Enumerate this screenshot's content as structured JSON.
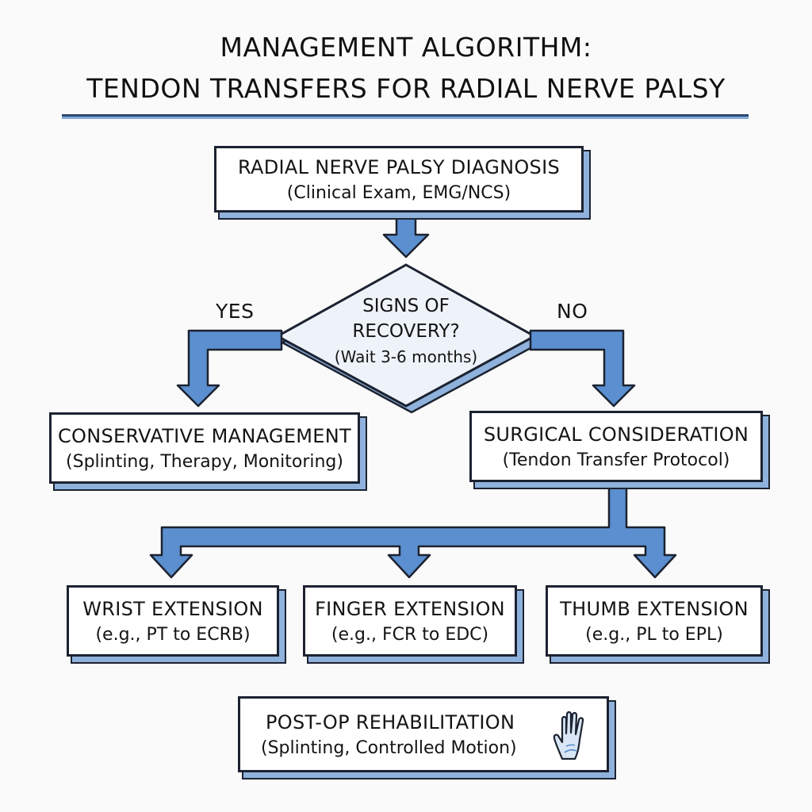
{
  "title": {
    "line1": "MANAGEMENT ALGORITHM:",
    "line2": "TENDON TRANSFERS FOR RADIAL NERVE PALSY"
  },
  "nodes": {
    "diagnosis": {
      "label": "RADIAL NERVE PALSY DIAGNOSIS",
      "detail": "(Clinical Exam, EMG/NCS)"
    },
    "decision": {
      "label1": "SIGNS OF",
      "label2": "RECOVERY?",
      "detail": "(Wait 3-6 months)"
    },
    "conservative": {
      "label": "CONSERVATIVE MANAGEMENT",
      "detail": "(Splinting, Therapy, Monitoring)"
    },
    "surgical": {
      "label": "SURGICAL CONSIDERATION",
      "detail": "(Tendon Transfer Protocol)"
    },
    "wrist": {
      "label": "WRIST EXTENSION",
      "detail": "(e.g., PT to ECRB)"
    },
    "finger": {
      "label": "FINGER EXTENSION",
      "detail": "(e.g., FCR to EDC)"
    },
    "thumb": {
      "label": "THUMB EXTENSION",
      "detail": "(e.g., PL to EPL)"
    },
    "rehab": {
      "label": "POST-OP REHABILITATION",
      "detail": "(Splinting, Controlled Motion)"
    }
  },
  "branches": {
    "yes": "YES",
    "no": "NO"
  },
  "icons": {
    "rehab": "hand-icon"
  },
  "colors": {
    "arrow_fill": "#5b8fcf",
    "arrow_stroke": "#1c2230",
    "box_shadow": "#8fb2dd",
    "diamond_fill": "#eef3fa"
  }
}
